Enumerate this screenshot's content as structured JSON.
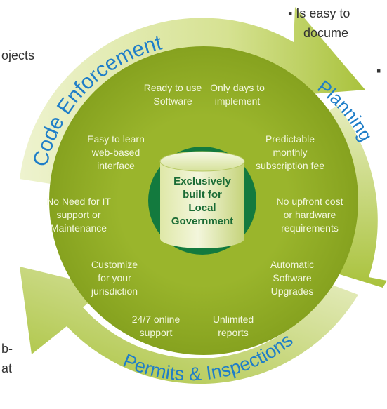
{
  "page_fragments": {
    "right_top_line1": "▪ Is easy to",
    "right_top_line2": "docume",
    "right_bullet": "▪",
    "left_top": "ojects",
    "left_bottom_line1": "b-",
    "left_bottom_line2": "at"
  },
  "ring_labels": {
    "code_enforcement": "Code Enforcement",
    "planning": "Planning",
    "permits_inspections": "Permits & Inspections"
  },
  "features": [
    {
      "lines": [
        "Ready to use",
        "Software"
      ]
    },
    {
      "lines": [
        "Only days to",
        "implement"
      ]
    },
    {
      "lines": [
        "Easy to learn",
        "web-based",
        "interface"
      ]
    },
    {
      "lines": [
        "Predictable",
        "monthly",
        "subscription fee"
      ]
    },
    {
      "lines": [
        "No Need for IT",
        "support or",
        "Maintenance"
      ]
    },
    {
      "lines": [
        "No upfront cost",
        "or hardware",
        "requirements"
      ]
    },
    {
      "lines": [
        "Customize",
        "for your",
        "jurisdiction"
      ]
    },
    {
      "lines": [
        "Automatic",
        "Software",
        "Upgrades"
      ]
    },
    {
      "lines": [
        "24/7 online",
        "support"
      ]
    },
    {
      "lines": [
        "Unlimited",
        "reports"
      ]
    }
  ],
  "center": {
    "lines": [
      "Exclusively",
      "built for",
      "Local",
      "Government"
    ]
  },
  "colors": {
    "arrow_light": "#e4ecb4",
    "arrow_mid": "#c9d87a",
    "arrow_dark": "#a9c23c",
    "disc_outer": "#97b12a",
    "disc_inner": "#86a21f",
    "hub": "#137a3e",
    "ring_text": "#1f7ec8",
    "feature_text": "#f3f7e0",
    "center_text": "#1a6b35",
    "page_text": "#333333"
  }
}
